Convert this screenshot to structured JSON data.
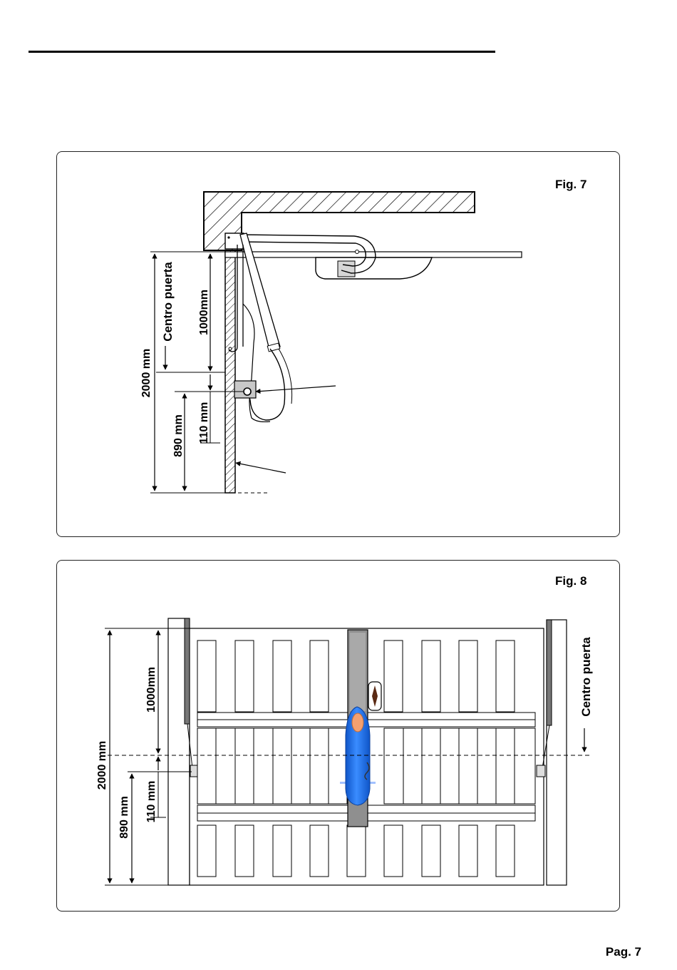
{
  "figure7": {
    "title": "Fig. 7",
    "center_label": "Centro puerta",
    "dim_total": "2000 mm",
    "dim_center": "1000mm",
    "dim_offset": "110 mm",
    "dim_bracket": "890 mm"
  },
  "figure8": {
    "title": "Fig. 8",
    "center_label": "Centro puerta",
    "dim_total": "2000 mm",
    "dim_center": "1000mm",
    "dim_offset": "110 mm",
    "dim_bracket": "890 mm"
  },
  "page": {
    "number": "Pag. 7"
  },
  "colors": {
    "operator_blue": "#1c6fe0",
    "operator_head": "#f3a070",
    "support_grey": "#8f8f8f"
  }
}
